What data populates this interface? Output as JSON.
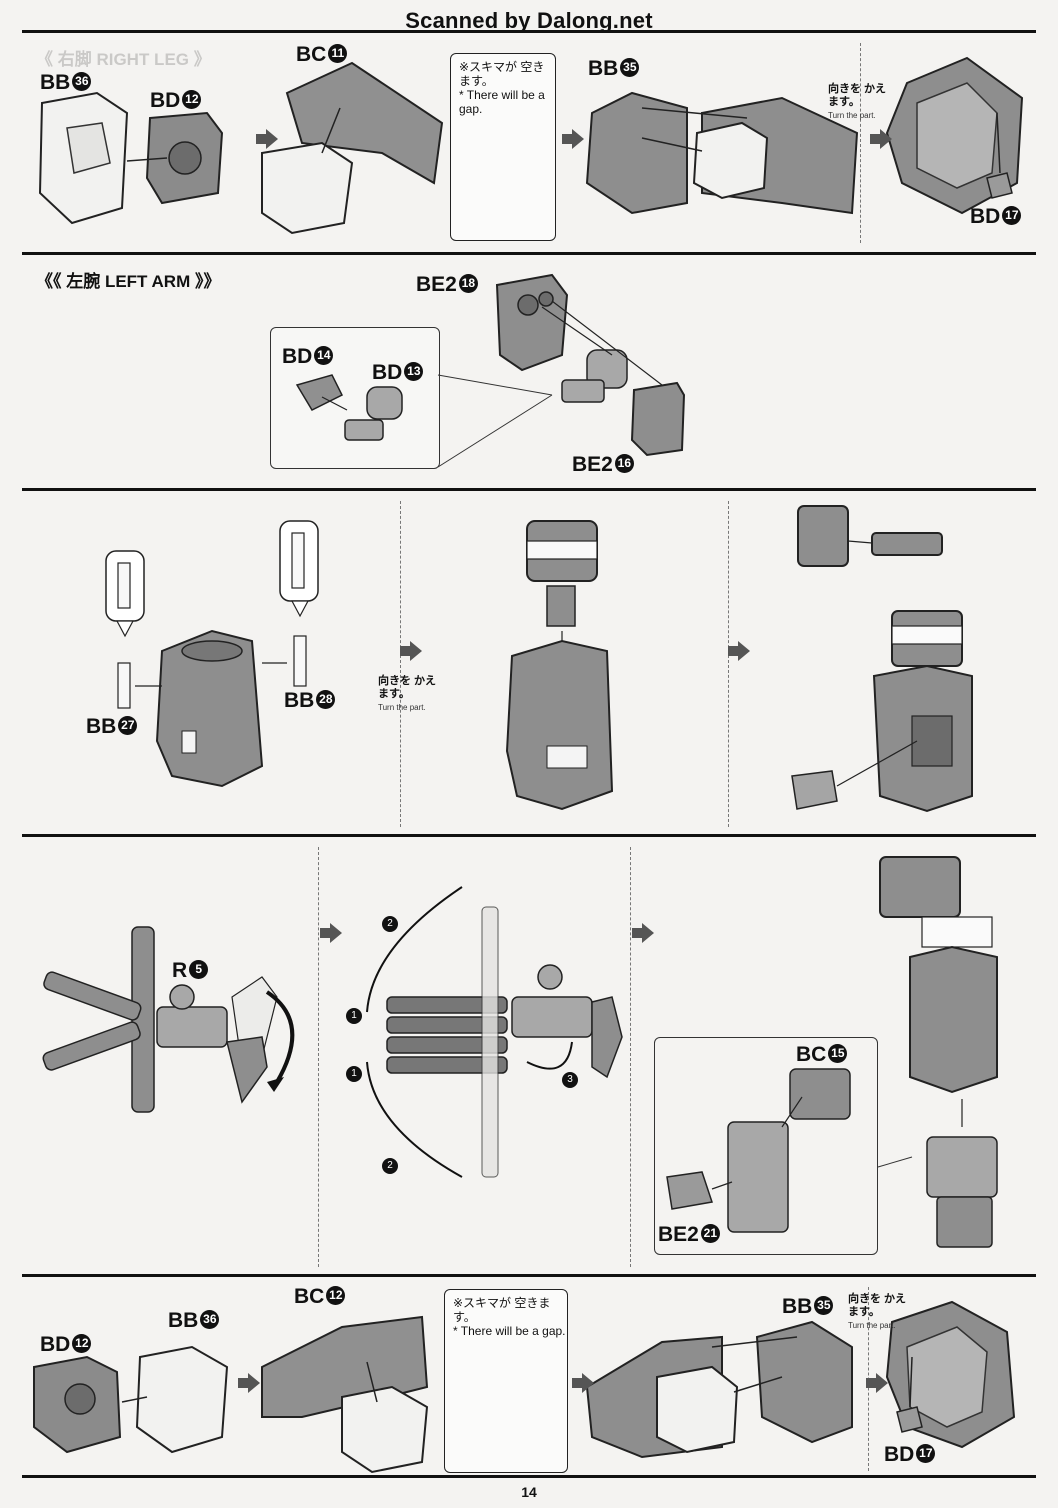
{
  "scan_credit": "Scanned by Dalong.net",
  "page_number": "14",
  "sections": {
    "right_leg_title": "《 右脚 RIGHT LEG 》",
    "left_arm_title": "《《 左腕 LEFT ARM 》》"
  },
  "notes": {
    "gap_ja": "※スキマが 空きます。",
    "gap_en": "* There will be a gap.",
    "turn_ja": "向きを かえます。",
    "turn_en": "Turn the part."
  },
  "parts": {
    "p1_bb": "BB",
    "p1_bb_n": "36",
    "p1_bd": "BD",
    "p1_bd_n": "12",
    "p1_bc": "BC",
    "p1_bc_n": "11",
    "p1_bb35": "BB",
    "p1_bb35_n": "35",
    "p1_bd17": "BD",
    "p1_bd17_n": "17",
    "p2_be18": "BE2",
    "p2_be18_n": "18",
    "p2_bd14": "BD",
    "p2_bd14_n": "14",
    "p2_bd13": "BD",
    "p2_bd13_n": "13",
    "p2_be16": "BE2",
    "p2_be16_n": "16",
    "p3_bb27": "BB",
    "p3_bb27_n": "27",
    "p3_bb28": "BB",
    "p3_bb28_n": "28",
    "p4_r5": "R",
    "p4_r5_n": "5",
    "p4_bc15": "BC",
    "p4_bc15_n": "15",
    "p4_be21": "BE2",
    "p4_be21_n": "21",
    "p5_bd12": "BD",
    "p5_bd12_n": "12",
    "p5_bb36": "BB",
    "p5_bb36_n": "36",
    "p5_bc12": "BC",
    "p5_bc12_n": "12",
    "p5_bb35": "BB",
    "p5_bb35_n": "35",
    "p5_bd17": "BD",
    "p5_bd17_n": "17"
  },
  "steps": {
    "s1": "1",
    "s2": "2",
    "s3": "3"
  }
}
